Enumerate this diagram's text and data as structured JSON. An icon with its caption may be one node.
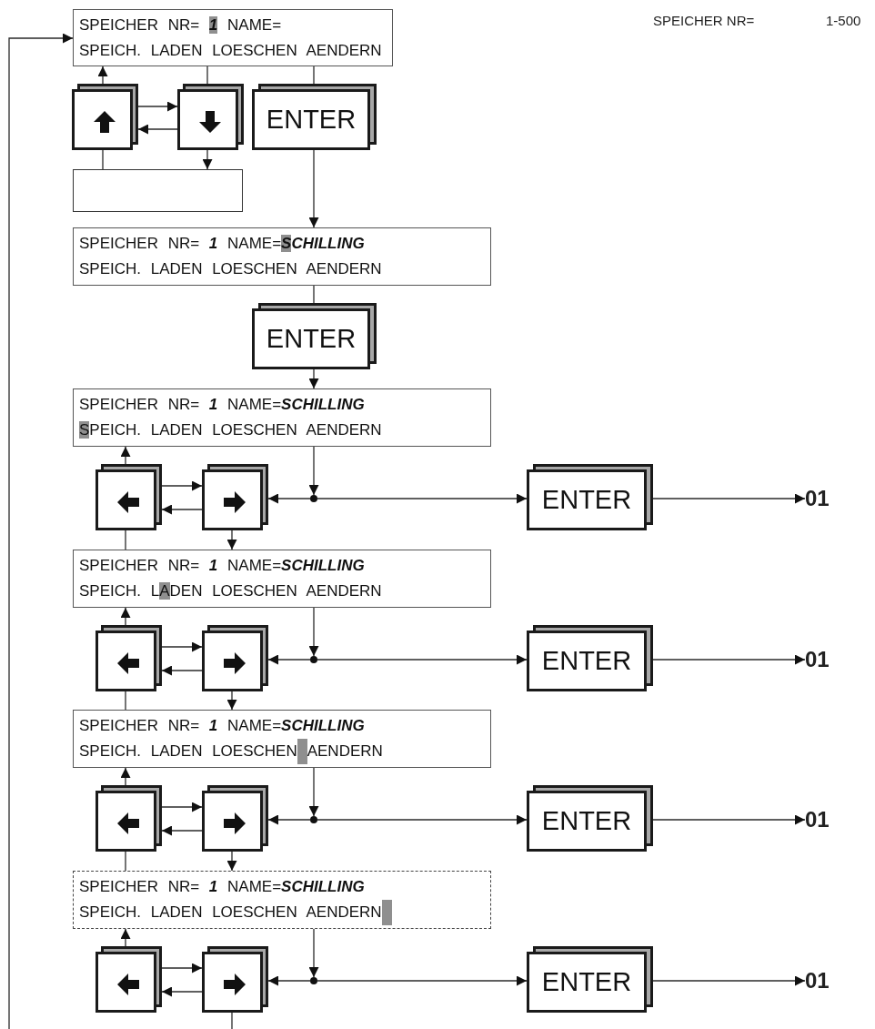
{
  "diagram": {
    "nodes": [
      {
        "text": [
          "SPEICHER NR= **1** NAME=",
          "SPEICH. LADEN LOESCHEN AENDERN"
        ]
      },
      {
        "text": [],
        "shape": "box"
      },
      {
        "text": [],
        "shape": "box"
      },
      {
        "text": [
          "ENTER"
        ]
      },
      {
        "text": [],
        "shape": "box"
      },
      {
        "text": [
          "SPEICHER NR= **1** NAME=**SCHILLING**",
          "SPEICH. LADEN LOESCHEN AENDERN"
        ]
      },
      {
        "text": [
          "ENTER"
        ]
      },
      {
        "text": [
          "SPEICHER NR= **1** NAME=**SCHILLING**",
          "SPEICH. LADEN LOESCHEN AENDERN"
        ]
      },
      {
        "text": [],
        "shape": "box"
      },
      {
        "text": [],
        "shape": "box"
      },
      {
        "text": [],
        "shape": "circle"
      },
      {
        "text": [
          "ENTER"
        ]
      },
      {
        "text": [
          "01"
        ]
      },
      {
        "text": [
          "SPEICHER NR= **1** NAME=**SCHILLING**",
          "SPEICH. LADEN LOESCHEN AENDERN"
        ]
      },
      {
        "text": [],
        "shape": "box"
      },
      {
        "text": [],
        "shape": "box"
      },
      {
        "text": [],
        "shape": "circle"
      },
      {
        "text": [
          "ENTER"
        ]
      },
      {
        "text": [
          "01"
        ]
      },
      {
        "text": [
          "SPEICHER NR= **1** NAME=**SCHILLING**",
          "SPEICH. LADEN LOESCHEN AENDERN"
        ]
      },
      {
        "text": [],
        "shape": "box"
      },
      {
        "text": [],
        "shape": "box"
      },
      {
        "text": [],
        "shape": "circle"
      },
      {
        "text": [
          "ENTER"
        ]
      },
      {
        "text": [
          "01"
        ]
      },
      {
        "text": [
          "SPEICHER NR= **1** NAME=**SCHILLING**",
          "SPEICH. LADEN LOESCHEN AENDERN"
        ]
      },
      {
        "text": [],
        "shape": "box"
      },
      {
        "text": [],
        "shape": "box"
      },
      {
        "text": [],
        "shape": "circle"
      },
      {
        "text": [
          "ENTER"
        ]
      },
      {
        "text": [
          "01"
        ]
      }
    ],
    "edges": [
      {
        "from": null,
        "to": 0,
        "arrow": "to"
      },
      {
        "from": 1,
        "to": 0,
        "arrow": "to"
      },
      {
        "from": 1,
        "to": 2,
        "arrow": "to"
      },
      {
        "from": 2,
        "to": 1,
        "arrow": "to"
      },
      {
        "from": 0,
        "to": 2,
        "arrow": "none"
      },
      {
        "from": 2,
        "to": 4,
        "arrow": "to"
      },
      {
        "from": 4,
        "to": 1,
        "arrow": "none"
      },
      {
        "from": 0,
        "to": 3,
        "arrow": "none"
      },
      {
        "from": 3,
        "to": 5,
        "arrow": "to"
      },
      {
        "from": 5,
        "to": 6,
        "arrow": "none"
      },
      {
        "from": 6,
        "to": 7,
        "arrow": "to"
      },
      {
        "from": 8,
        "to": 7,
        "arrow": "to"
      },
      {
        "from": 8,
        "to": 9,
        "arrow": "to"
      },
      {
        "from": 9,
        "to": 8,
        "arrow": "to"
      },
      {
        "from": 7,
        "to": 10,
        "arrow": "to"
      },
      {
        "from": 10,
        "to": 9,
        "arrow": "to"
      },
      {
        "from": 10,
        "to": 11,
        "arrow": "to"
      },
      {
        "from": 11,
        "to": 12,
        "arrow": "to"
      },
      {
        "from": 9,
        "to": 13,
        "arrow": "to"
      },
      {
        "from": 8,
        "to": 13,
        "arrow": "none"
      },
      {
        "from": 14,
        "to": 13,
        "arrow": "to"
      },
      {
        "from": 14,
        "to": 15,
        "arrow": "to"
      },
      {
        "from": 15,
        "to": 14,
        "arrow": "to"
      },
      {
        "from": 13,
        "to": 16,
        "arrow": "to"
      },
      {
        "from": 16,
        "to": 15,
        "arrow": "to"
      },
      {
        "from": 16,
        "to": 17,
        "arrow": "to"
      },
      {
        "from": 17,
        "to": 18,
        "arrow": "to"
      },
      {
        "from": 15,
        "to": 19,
        "arrow": "to"
      },
      {
        "from": 14,
        "to": 19,
        "arrow": "none"
      },
      {
        "from": 20,
        "to": 19,
        "arrow": "to"
      },
      {
        "from": 20,
        "to": 21,
        "arrow": "to"
      },
      {
        "from": 21,
        "to": 20,
        "arrow": "to"
      },
      {
        "from": 19,
        "to": 22,
        "arrow": "to"
      },
      {
        "from": 22,
        "to": 21,
        "arrow": "to"
      },
      {
        "from": 22,
        "to": 23,
        "arrow": "to"
      },
      {
        "from": 23,
        "to": 24,
        "arrow": "to"
      },
      {
        "from": 21,
        "to": 25,
        "arrow": "to"
      },
      {
        "from": 20,
        "to": 25,
        "arrow": "none"
      },
      {
        "from": 26,
        "to": 25,
        "arrow": "to"
      },
      {
        "from": 26,
        "to": 27,
        "arrow": "to"
      },
      {
        "from": 27,
        "to": 26,
        "arrow": "to"
      },
      {
        "from": 25,
        "to": 28,
        "arrow": "to"
      },
      {
        "from": 28,
        "to": 27,
        "arrow": "to"
      },
      {
        "from": 28,
        "to": 29,
        "arrow": "to"
      },
      {
        "from": 29,
        "to": 30,
        "arrow": "to"
      },
      {
        "from": 27,
        "to": null,
        "arrow": "none"
      }
    ],
    "labels": [
      "SPEICHER NR=",
      "1-500"
    ]
  }
}
